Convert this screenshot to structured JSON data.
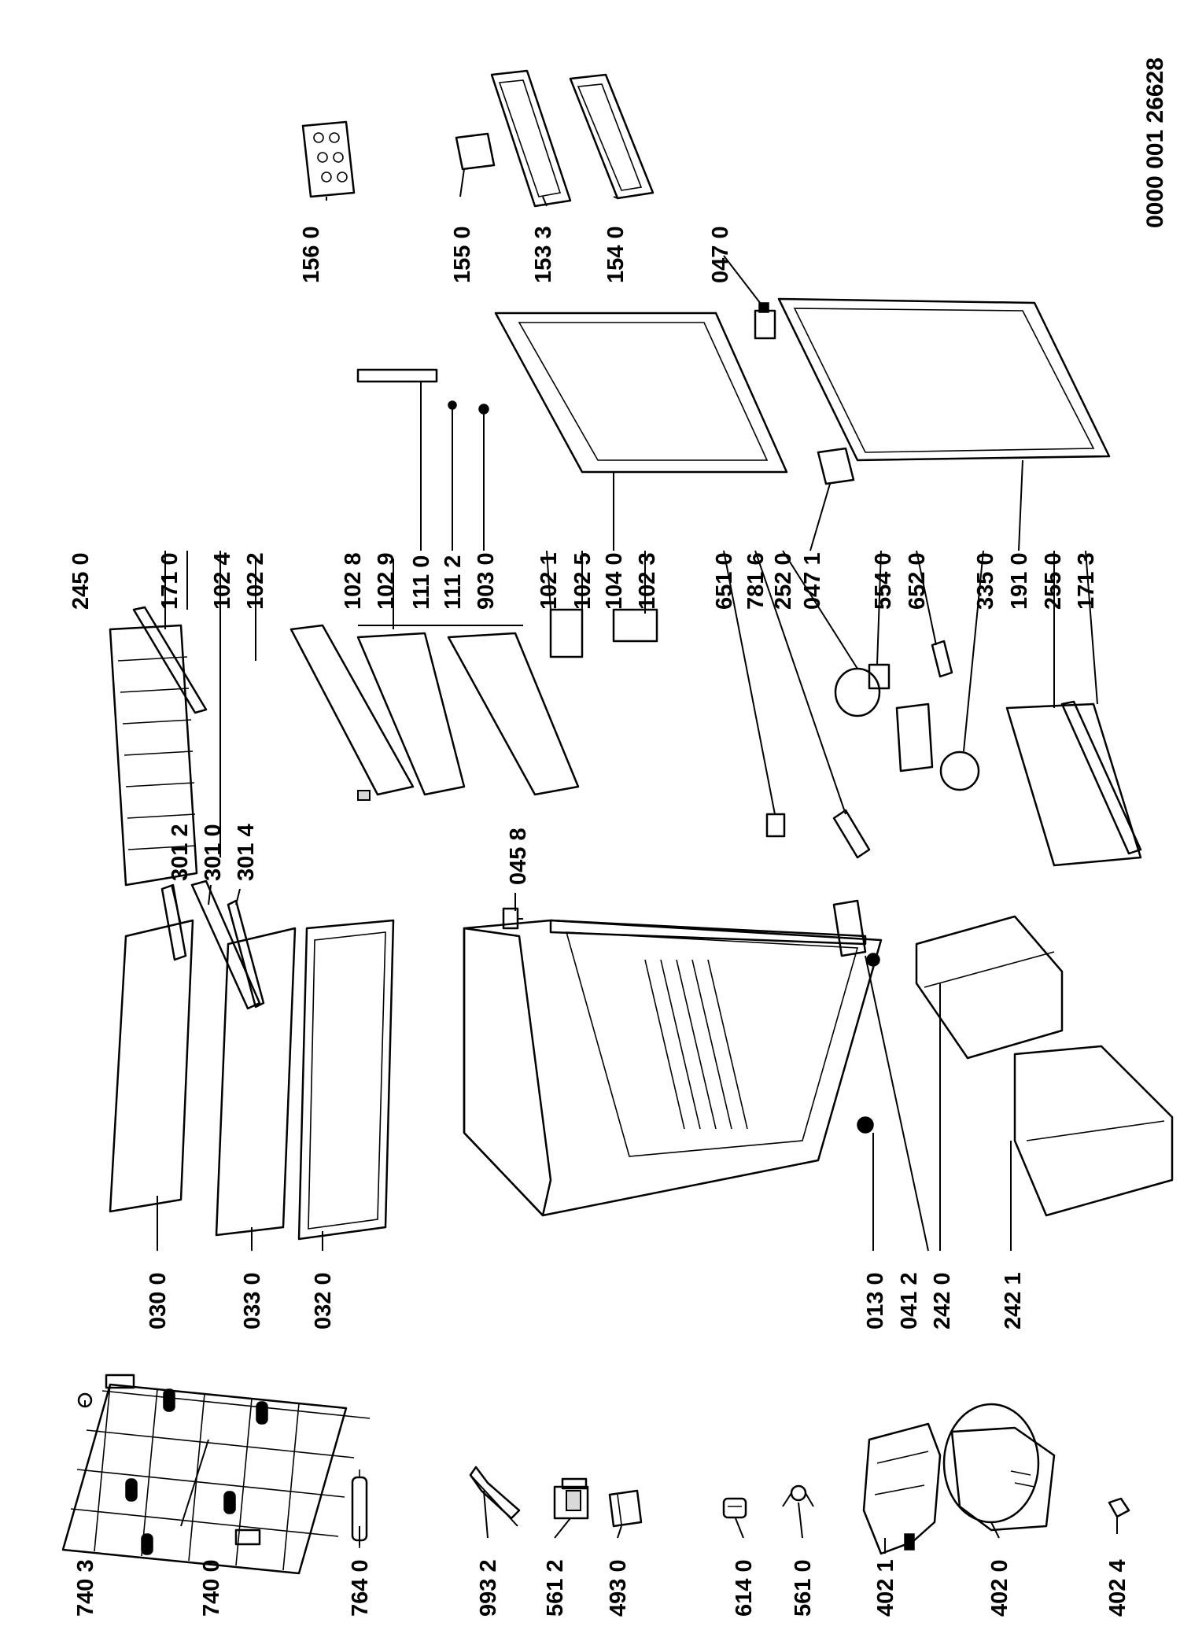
{
  "document_number": "0000 001 26628",
  "part_labels": {
    "p740_3": "740 3",
    "p740_0": "740 0",
    "p764_0": "764 0",
    "p993_2": "993 2",
    "p561_2": "561 2",
    "p493_0": "493 0",
    "p614_0": "614 0",
    "p561_0": "561 0",
    "p402_1": "402 1",
    "p402_0": "402 0",
    "p402_4": "402 4",
    "p030_0": "030 0",
    "p033_0": "033 0",
    "p032_0": "032 0",
    "p301_2": "301 2",
    "p301_0": "301 0",
    "p301_4": "301 4",
    "p045_8": "045 8",
    "p013_0": "013 0",
    "p041_2": "041 2",
    "p242_0": "242 0",
    "p242_1": "242 1",
    "p245_0": "245 0",
    "p171_0": "171 0",
    "p102_4": "102 4",
    "p102_2": "102 2",
    "p102_8": "102 8",
    "p102_9": "102 9",
    "p111_0": "111 0",
    "p111_2": "111 2",
    "p903_0": "903 0",
    "p102_1": "102 1",
    "p102_5": "102 5",
    "p104_0": "104 0",
    "p102_3": "102 3",
    "p651_0": "651 0",
    "p781_6": "781 6",
    "p252_0": "252 0",
    "p047_1": "047 1",
    "p554_0": "554 0",
    "p652_0": "652 0",
    "p335_0": "335 0",
    "p191_0": "191 0",
    "p255_0": "255 0",
    "p171_3": "171 3",
    "p156_0": "156 0",
    "p155_0": "155 0",
    "p153_3": "153 3",
    "p154_0": "154 0",
    "p047_0": "047 0"
  }
}
